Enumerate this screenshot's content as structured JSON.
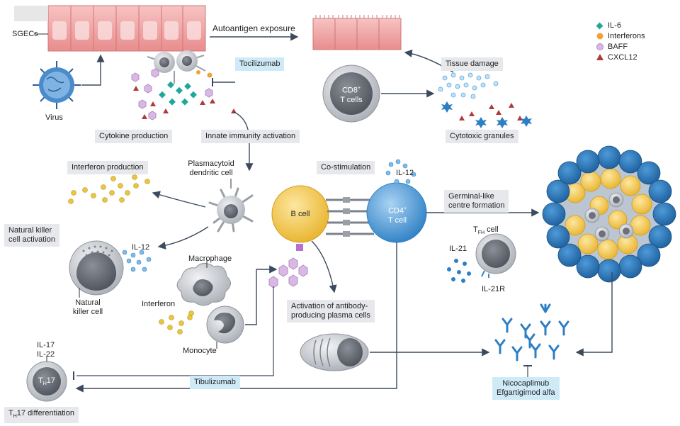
{
  "labels": {
    "sgecs": "SGECs",
    "virus": "Virus",
    "autoantigen_exposure": "Autoantigen exposure",
    "tocilizumab": "Tocilizumab",
    "cd8_line1": "CD8",
    "cd8_sup": "+",
    "cd8_line2": "T cells",
    "tissue_damage": "Tissue damage",
    "cytotoxic_granules": "Cytotoxic granules",
    "cytokine_production": "Cytokine production",
    "innate_immunity_activation": "Innate immunity activation",
    "interferon_production": "Interferon production",
    "pdc_line1": "Plasmacytoid",
    "pdc_line2": "dendritic cell",
    "co_stimulation": "Co-stimulation",
    "il12_top": "IL-12",
    "b_cell": "B cell",
    "cd4_line1": "CD4",
    "cd4_sup": "+",
    "cd4_line2": "T cell",
    "germinal_line1": "Germinal-like",
    "germinal_line2": "centre formation",
    "nk_activation_line1": "Natural killer",
    "nk_activation_line2": "cell activation",
    "il12_left": "IL-12",
    "nk_cell_line1": "Natural",
    "nk_cell_line2": "killer cell",
    "macrophage": "Macrophage",
    "interferon": "Interferon",
    "monocyte": "Monocyte",
    "tfh_main": "T",
    "tfh_sub": "FH",
    "tfh_suffix": " cell",
    "il21": "IL-21",
    "il21r": "IL-21R",
    "plasma_line1": "Activation of antibody-",
    "plasma_line2": "producing plasma cells",
    "il17": "IL-17",
    "il22": "IL-22",
    "th17_main": "T",
    "th17_sub": "H",
    "th17_suffix": "17",
    "tibulizumab": "Tibulizumab",
    "nicocaplimab": "Nicocaplimub",
    "efgartigimod": "Efgartigimod alfa",
    "th17_diff_main": "T",
    "th17_diff_sub": "H",
    "th17_diff_suffix": "17 differentiation"
  },
  "legend": [
    {
      "label": "IL-6",
      "shape": "diamond",
      "color": "#1fa89a"
    },
    {
      "label": "Interferons",
      "shape": "circle",
      "color": "#f0a23a"
    },
    {
      "label": "BAFF",
      "shape": "circle",
      "color": "#d9b8e6"
    },
    {
      "label": "CXCL12",
      "shape": "triangle",
      "color": "#b03a3a"
    }
  ],
  "colors": {
    "box": "#e6e8eb",
    "drug": "#cfeaf7",
    "bcell": "#f2c649",
    "tcell": "#5aa6e0",
    "arrow": "#3b4a5c",
    "epithelium": "#f2a7a7"
  }
}
